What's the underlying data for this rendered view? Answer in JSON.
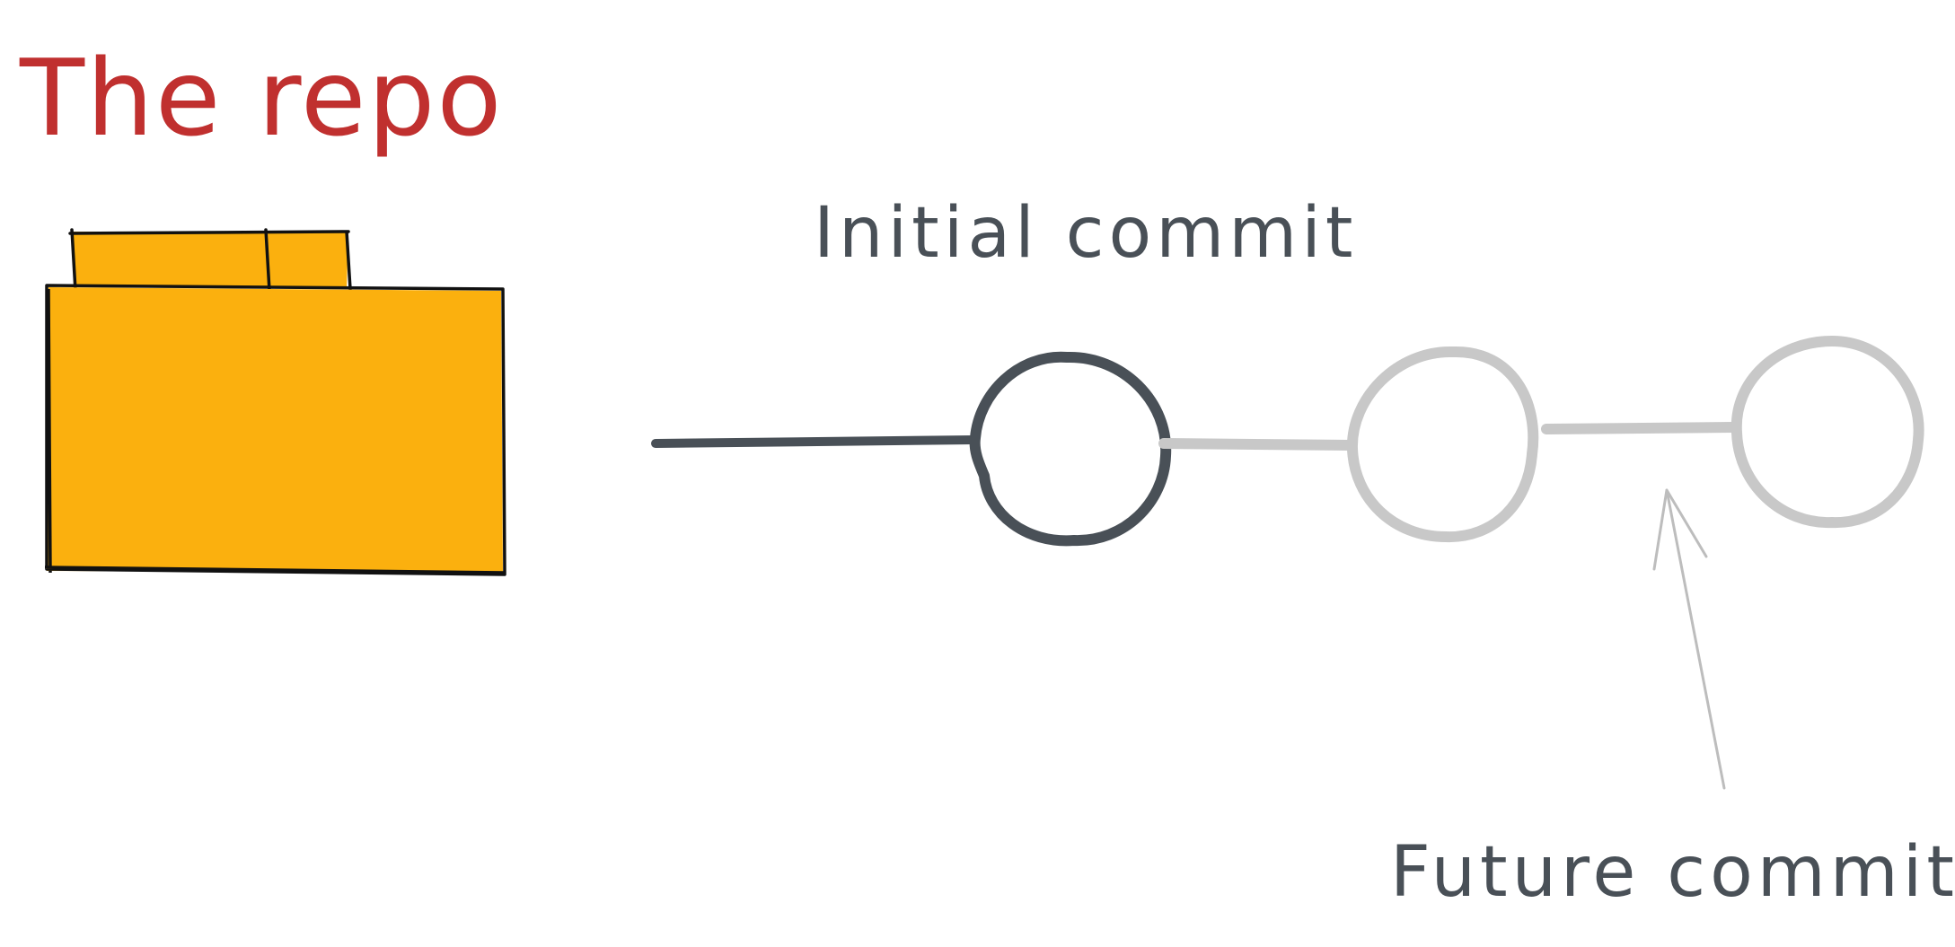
{
  "diagram": {
    "title": "The repo",
    "initial_label": "Initial commit",
    "future_label": "Future commits"
  },
  "colors": {
    "title": "#c0302f",
    "folder_fill": "#fbb00e",
    "folder_stroke": "#111111",
    "active": "#495057",
    "inactive": "#c8c8c8",
    "annotation": "#bdbdbd"
  },
  "icons": {
    "repo": "folder-icon",
    "commit": "commit-circle"
  }
}
